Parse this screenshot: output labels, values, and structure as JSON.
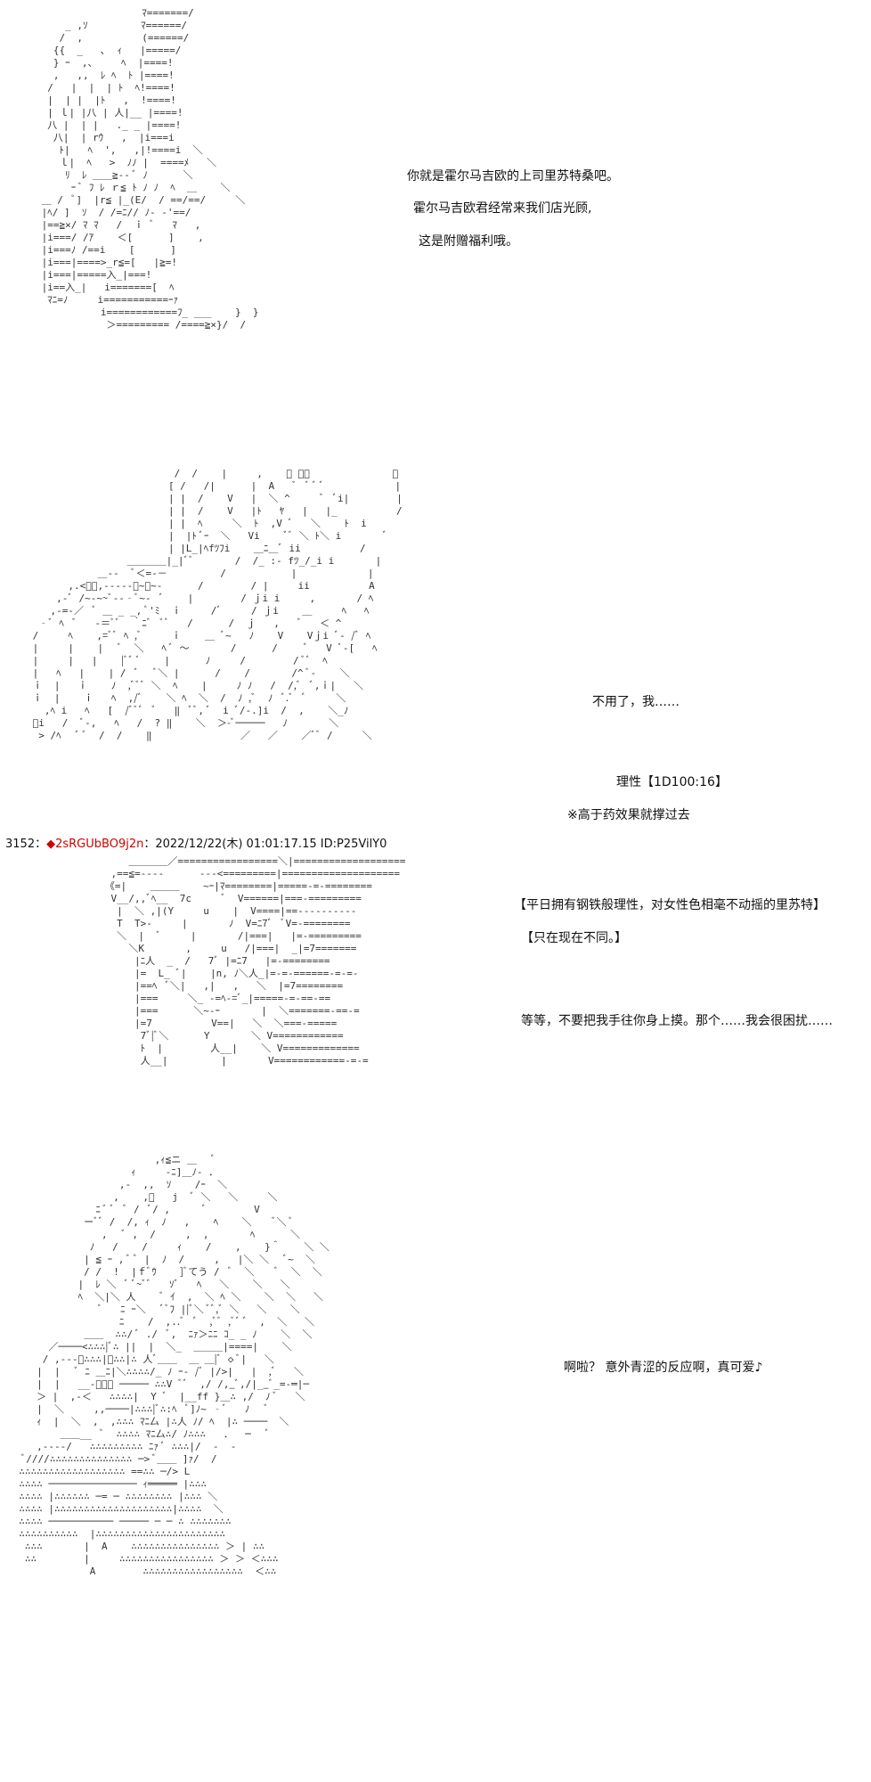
{
  "panel1": {
    "lines": [
      "你就是霍尔马吉欧的上司里苏特桑吧。",
      "霍尔马吉欧君经常来我们店光顾,",
      "这是附赠福利哦。"
    ]
  },
  "panel2": {
    "line1": "不用了，我……",
    "roll": "理性【1D100:16】",
    "note": "※高于药效果就撑过去"
  },
  "post": {
    "number": "3152",
    "separator": "：",
    "diamond": "◆",
    "trip": "2sRGUbBO9j2n",
    "meta": "：2022/12/22(木) 01:01:17.15 ID:P25VilY0"
  },
  "panel3": {
    "narration1": "【平日拥有钢铁般理性，对女性色相毫不动摇的里苏特】",
    "narration2": "【只在现在不同。】",
    "line": "等等，不要把我手往你身上摸。那个……我会很困扰……"
  },
  "panel4": {
    "line": "啊啦？  意外青涩的反应啊，真可爱♪"
  }
}
